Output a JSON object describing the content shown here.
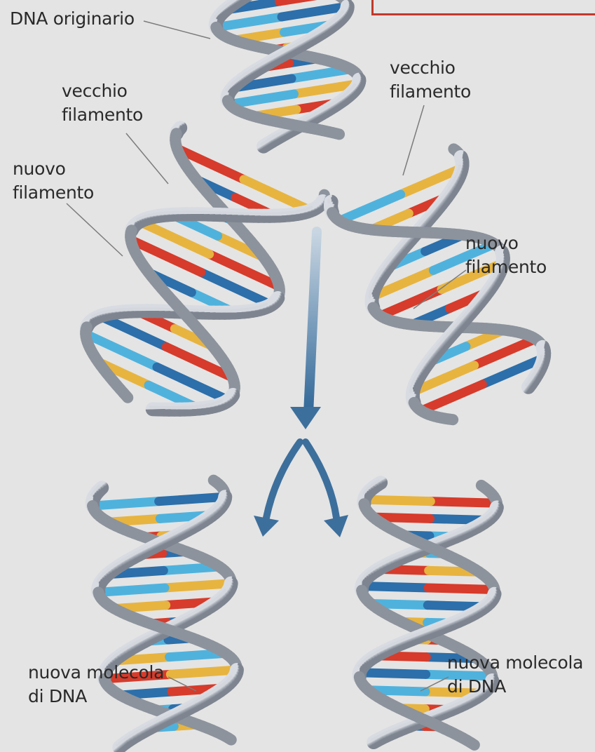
{
  "figure": {
    "title": "",
    "colors": {
      "background": "#e4e4e4",
      "backbone": "#9ea4ae",
      "backbone_highlight": "#d4d8de",
      "base_red": "#d63b2b",
      "base_yellow": "#e7b43f",
      "base_light_blue": "#4fb2dd",
      "base_dark_blue": "#2c6faa",
      "arrow": "#3d6f9c",
      "label_line": "#7c7c7c",
      "frame": "#c0392b"
    },
    "labels": {
      "dna_originario": "DNA originario",
      "vecchio_filamento_left": [
        "vecchio",
        "filamento"
      ],
      "nuovo_filamento_left": [
        "nuovo",
        "filamento"
      ],
      "vecchio_filamento_right": [
        "vecchio",
        "filamento"
      ],
      "nuovo_filamento_right": [
        "nuovo",
        "filamento"
      ],
      "nuova_molecola_left": [
        "nuova molecola",
        "di DNA"
      ],
      "nuova_molecola_right": [
        "nuova molecola",
        "di DNA"
      ]
    }
  }
}
